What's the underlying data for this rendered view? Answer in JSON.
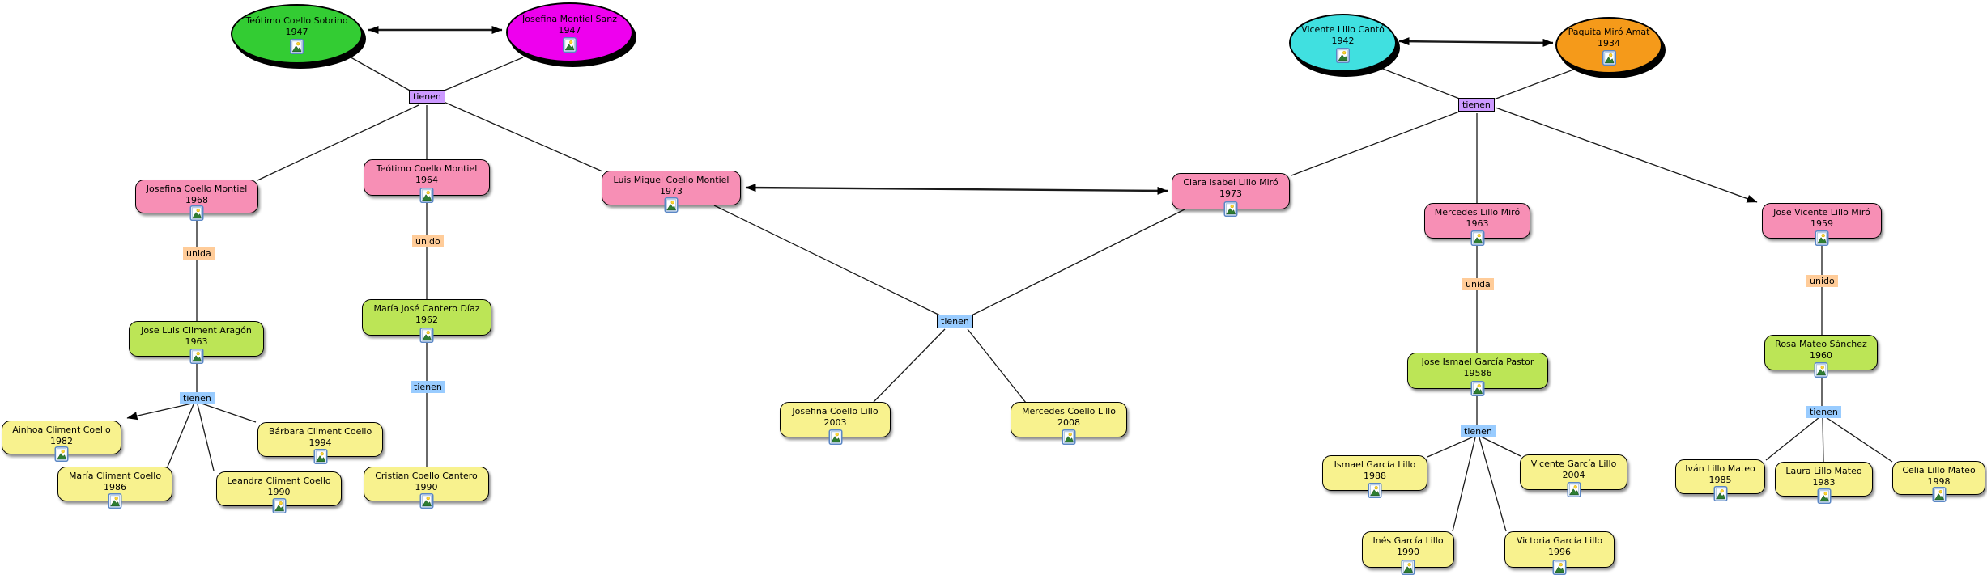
{
  "labels": {
    "tienen": "tienen",
    "unida": "unida",
    "unido": "unido"
  },
  "people": {
    "teotimo_coello_sobrino": {
      "name": "Teótimo Coello Sobrino",
      "year": "1947"
    },
    "josefina_montiel_sanz": {
      "name": "Josefina Montiel Sanz",
      "year": "1947"
    },
    "vicente_lillo_canto": {
      "name": "Vicente Lillo Cantó",
      "year": "1942"
    },
    "paquita_miro_amat": {
      "name": "Paquita Miró Amat",
      "year": "1934"
    },
    "josefina_coello_montiel": {
      "name": "Josefina Coello Montiel",
      "year": "1968"
    },
    "teotimo_coello_montiel": {
      "name": "Teótimo Coello Montiel",
      "year": "1964"
    },
    "luis_miguel_coello_montiel": {
      "name": "Luis Miguel Coello Montiel",
      "year": "1973"
    },
    "clara_isabel_lillo_miro": {
      "name": "Clara Isabel Lillo Miró",
      "year": "1973"
    },
    "mercedes_lillo_miro": {
      "name": "Mercedes Lillo Miró",
      "year": "1963"
    },
    "jose_vicente_lillo_miro": {
      "name": "Jose Vicente Lillo Miró",
      "year": "1959"
    },
    "jose_luis_climent_aragon": {
      "name": "Jose Luis Climent Aragón",
      "year": "1963"
    },
    "maria_jose_cantero_diaz": {
      "name": "María José Cantero Díaz",
      "year": "1962"
    },
    "jose_ismael_garcia_pastor": {
      "name": "Jose Ismael García Pastor",
      "year": "19586"
    },
    "rosa_mateo_sanchez": {
      "name": "Rosa Mateo Sánchez",
      "year": "1960"
    },
    "ainhoa_climent_coello": {
      "name": "Ainhoa Climent Coello",
      "year": "1982"
    },
    "maria_climent_coello": {
      "name": "María Climent Coello",
      "year": "1986"
    },
    "barbara_climent_coello": {
      "name": "Bárbara Climent Coello",
      "year": "1994"
    },
    "leandra_climent_coello": {
      "name": "Leandra Climent Coello",
      "year": "1990"
    },
    "cristian_coello_cantero": {
      "name": "Cristian Coello Cantero",
      "year": "1990"
    },
    "josefina_coello_lillo": {
      "name": "Josefina Coello Lillo",
      "year": "2003"
    },
    "mercedes_coello_lillo": {
      "name": "Mercedes Coello Lillo",
      "year": "2008"
    },
    "ismael_garcia_lillo": {
      "name": "Ismael García Lillo",
      "year": "1988"
    },
    "ines_garcia_lillo": {
      "name": "Inés García Lillo",
      "year": "1990"
    },
    "victoria_garcia_lillo": {
      "name": "Victoria García Lillo",
      "year": "1996"
    },
    "vicente_garcia_lillo": {
      "name": "Vicente García Lillo",
      "year": "2004"
    },
    "ivan_lillo_mateo": {
      "name": "Iván Lillo Mateo",
      "year": "1985"
    },
    "laura_lillo_mateo": {
      "name": "Laura Lillo Mateo",
      "year": "1983"
    },
    "celia_lillo_mateo": {
      "name": "Celia Lillo Mateo",
      "year": "1998"
    }
  },
  "colors": {
    "grandfather_left": "#33cc33",
    "grandmother_left": "#ee00ee",
    "grandfather_right": "#40e0e0",
    "grandmother_right": "#f59a1a",
    "second_generation": "#f78fb5",
    "spouses": "#bce556",
    "third_generation": "#f8f28e",
    "relation_couple_label": "#cc99ff",
    "relation_children_label": "#99ccff",
    "relation_union_label": "#ffcc99",
    "edge": "#1a1a1a"
  }
}
